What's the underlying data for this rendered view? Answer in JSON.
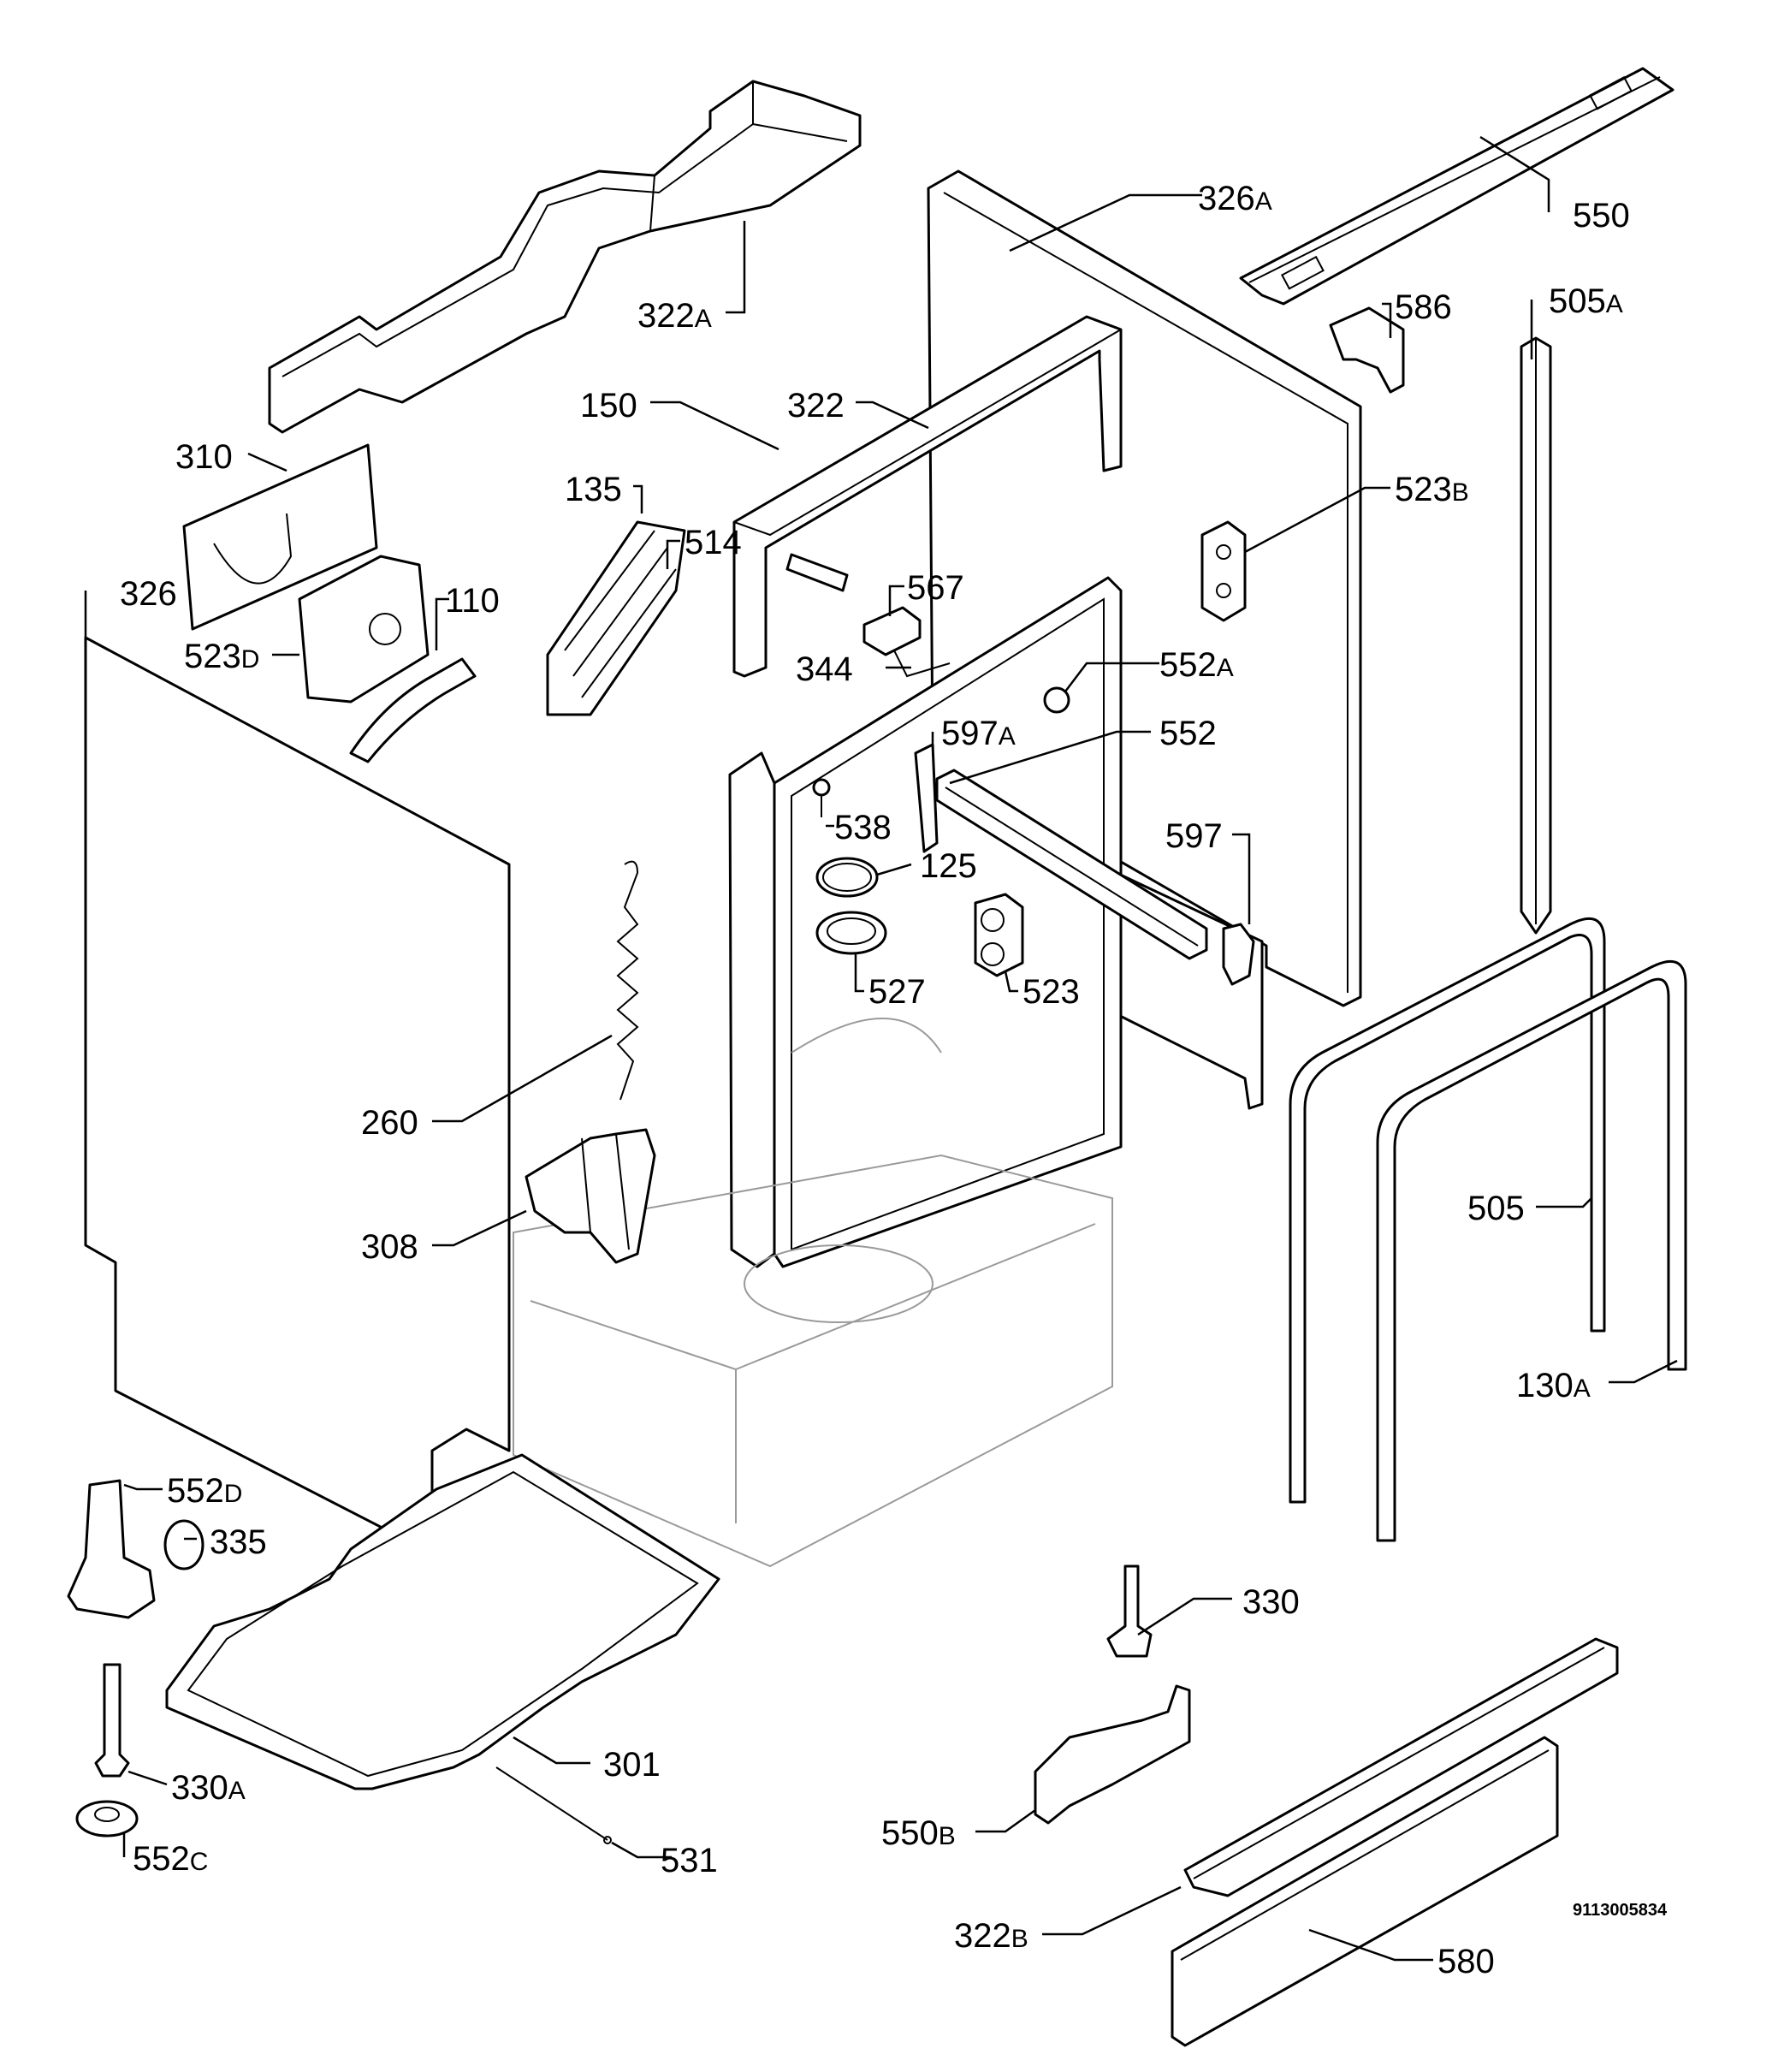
{
  "drawing_number": "9113005834",
  "callouts": [
    {
      "id": "322A",
      "text": "322",
      "suffix": "A"
    },
    {
      "id": "326A",
      "text": "326",
      "suffix": "A"
    },
    {
      "id": "550",
      "text": "550",
      "suffix": ""
    },
    {
      "id": "586",
      "text": "586",
      "suffix": ""
    },
    {
      "id": "505A",
      "text": "505",
      "suffix": "A"
    },
    {
      "id": "150",
      "text": "150",
      "suffix": ""
    },
    {
      "id": "322",
      "text": "322",
      "suffix": ""
    },
    {
      "id": "310",
      "text": "310",
      "suffix": ""
    },
    {
      "id": "135",
      "text": "135",
      "suffix": ""
    },
    {
      "id": "523B",
      "text": "523",
      "suffix": "B"
    },
    {
      "id": "514",
      "text": "514",
      "suffix": ""
    },
    {
      "id": "326",
      "text": "326",
      "suffix": ""
    },
    {
      "id": "110",
      "text": "110",
      "suffix": ""
    },
    {
      "id": "567",
      "text": "567",
      "suffix": ""
    },
    {
      "id": "523D",
      "text": "523",
      "suffix": "D"
    },
    {
      "id": "344",
      "text": "344",
      "suffix": ""
    },
    {
      "id": "552A",
      "text": "552",
      "suffix": "A"
    },
    {
      "id": "597A",
      "text": "597",
      "suffix": "A"
    },
    {
      "id": "552",
      "text": "552",
      "suffix": ""
    },
    {
      "id": "538",
      "text": "538",
      "suffix": ""
    },
    {
      "id": "597",
      "text": "597",
      "suffix": ""
    },
    {
      "id": "125",
      "text": "125",
      "suffix": ""
    },
    {
      "id": "527",
      "text": "527",
      "suffix": ""
    },
    {
      "id": "523",
      "text": "523",
      "suffix": ""
    },
    {
      "id": "260",
      "text": "260",
      "suffix": ""
    },
    {
      "id": "308",
      "text": "308",
      "suffix": ""
    },
    {
      "id": "505",
      "text": "505",
      "suffix": ""
    },
    {
      "id": "130A",
      "text": "130",
      "suffix": "A"
    },
    {
      "id": "552D",
      "text": "552",
      "suffix": "D"
    },
    {
      "id": "335",
      "text": "335",
      "suffix": ""
    },
    {
      "id": "330",
      "text": "330",
      "suffix": ""
    },
    {
      "id": "301",
      "text": "301",
      "suffix": ""
    },
    {
      "id": "330A",
      "text": "330",
      "suffix": "A"
    },
    {
      "id": "550B",
      "text": "550",
      "suffix": "B"
    },
    {
      "id": "552C",
      "text": "552",
      "suffix": "C"
    },
    {
      "id": "531",
      "text": "531",
      "suffix": ""
    },
    {
      "id": "322B",
      "text": "322",
      "suffix": "B"
    },
    {
      "id": "580",
      "text": "580",
      "suffix": ""
    }
  ]
}
